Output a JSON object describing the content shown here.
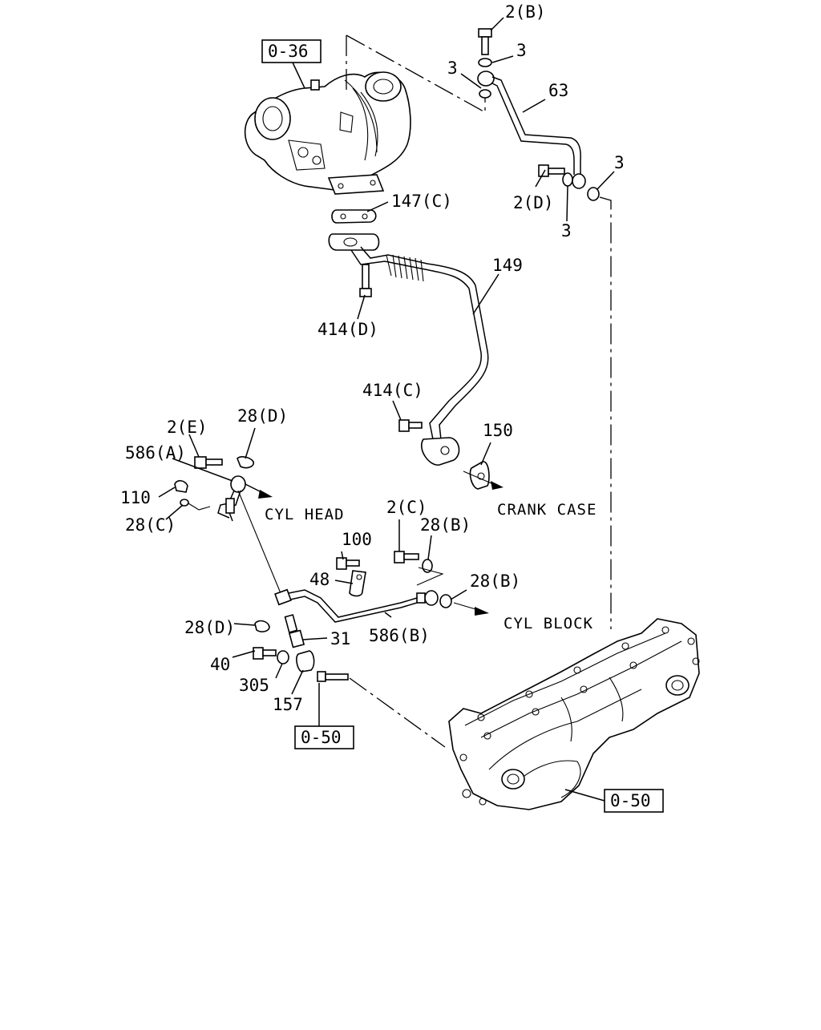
{
  "refs": {
    "ref_turbo": "0-36",
    "ref_manifold_left": "0-50",
    "ref_manifold_right": "0-50"
  },
  "labels": {
    "p2b": "2(B)",
    "p3_top": "3",
    "p3_left": "3",
    "p63": "63",
    "p3_right": "3",
    "p2d": "2(D)",
    "p3_bottom": "3",
    "p147c": "147(C)",
    "p149": "149",
    "p414d": "414(D)",
    "p414c": "414(C)",
    "p150": "150",
    "p2e": "2(E)",
    "p28d_top": "28(D)",
    "p586a": "586(A)",
    "p110": "110",
    "p28c": "28(C)",
    "p2c": "2(C)",
    "p28b_top": "28(B)",
    "p100": "100",
    "p48": "48",
    "p28b_right": "28(B)",
    "p28d_left": "28(D)",
    "p31": "31",
    "p586b": "586(B)",
    "p40": "40",
    "p305": "305",
    "p157": "157"
  },
  "notes": {
    "cyl_head": "CYL HEAD",
    "crank_case": "CRANK CASE",
    "cyl_block": "CYL BLOCK"
  }
}
